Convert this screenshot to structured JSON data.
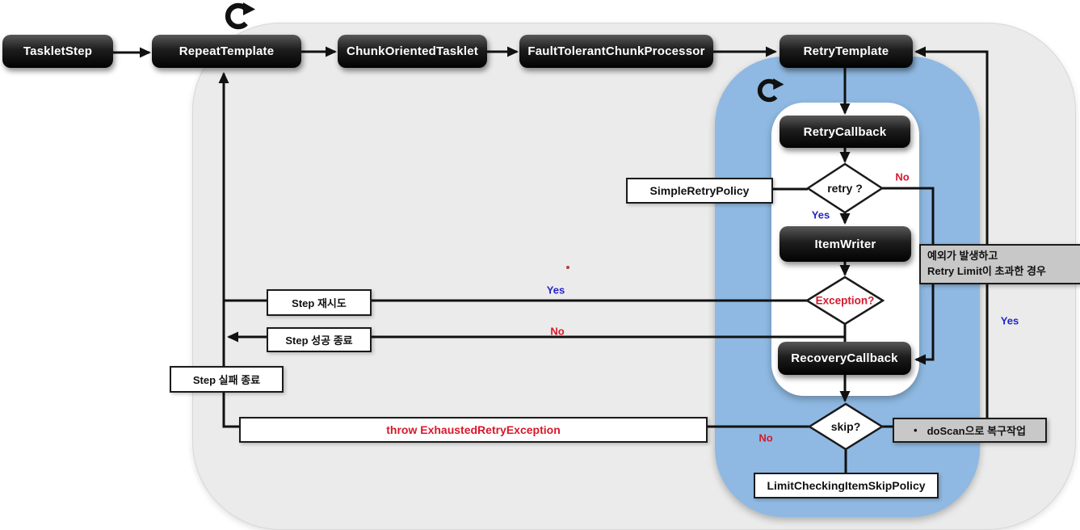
{
  "diagram": {
    "nodes": {
      "tasklet_step": "TaskletStep",
      "repeat_template": "RepeatTemplate",
      "chunk_oriented_tasklet": "ChunkOrientedTasklet",
      "fault_tolerant_chunk_processor": "FaultTolerantChunkProcessor",
      "retry_template": "RetryTemplate",
      "retry_callback": "RetryCallback",
      "item_writer": "ItemWriter",
      "recovery_callback": "RecoveryCallback"
    },
    "decisions": {
      "retry": "retry ?",
      "exception": "Exception?",
      "skip": "skip?"
    },
    "policies": {
      "simple_retry_policy": "SimpleRetryPolicy",
      "limit_checking_item_skip_policy": "LimitCheckingItemSkipPolicy"
    },
    "flow_labels": {
      "step_retry": "Step 재시도",
      "step_success_end": "Step 성공 종료",
      "step_fail_end": "Step 실패 종료",
      "throw_exhausted_retry_exception": "throw ExhaustedRetryException"
    },
    "notes": {
      "retry_limit_line1": "예외가 발생하고",
      "retry_limit_line2": "Retry Limit이 초과한 경우",
      "doscan_bullet": "•",
      "doscan": "doScan으로 복구작업"
    },
    "edge_labels": {
      "retry_no": "No",
      "retry_yes": "Yes",
      "exception_yes": "Yes",
      "exception_no": "No",
      "skip_no": "No",
      "skip_yes": "Yes"
    },
    "icons": {
      "outer_loop": "clockwise-loop-arrow",
      "inner_loop": "clockwise-loop-arrow"
    },
    "colors": {
      "node_black": "#0a0a0a",
      "outer_panel_gray": "#ebebeb",
      "retry_panel_blue": "#8fb9e2",
      "note_gray": "#c8c8c8",
      "accent_red": "#d8182b",
      "accent_blue": "#2323cc"
    }
  }
}
